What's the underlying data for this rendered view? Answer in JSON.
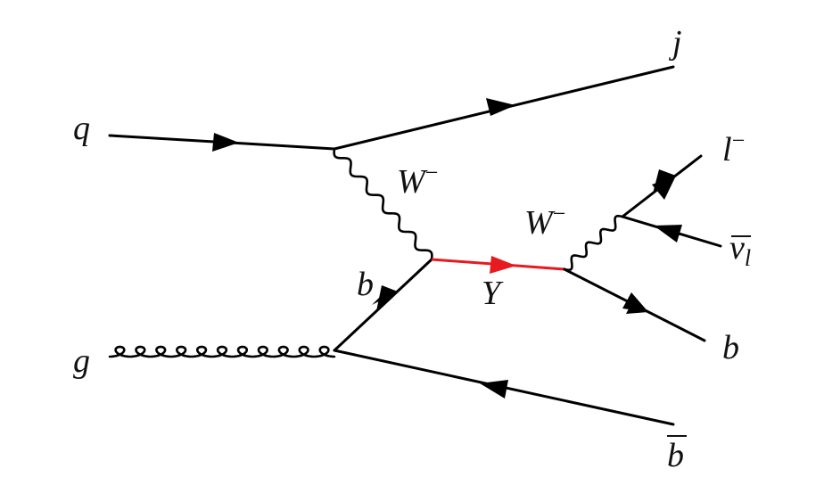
{
  "labels": {
    "q": "q",
    "g": "g",
    "j": "j",
    "w_upper": "W",
    "w_upper_charge": "−",
    "w_right": "W",
    "w_right_charge": "−",
    "b_internal": "b",
    "y": "Y",
    "lepton": "l",
    "lepton_charge": "−",
    "neutrino": "ν",
    "neutrino_sub": "l",
    "b_out": "b",
    "bbar": "b"
  },
  "colors": {
    "line": "#000000",
    "heavy_particle": "#e8191f"
  }
}
